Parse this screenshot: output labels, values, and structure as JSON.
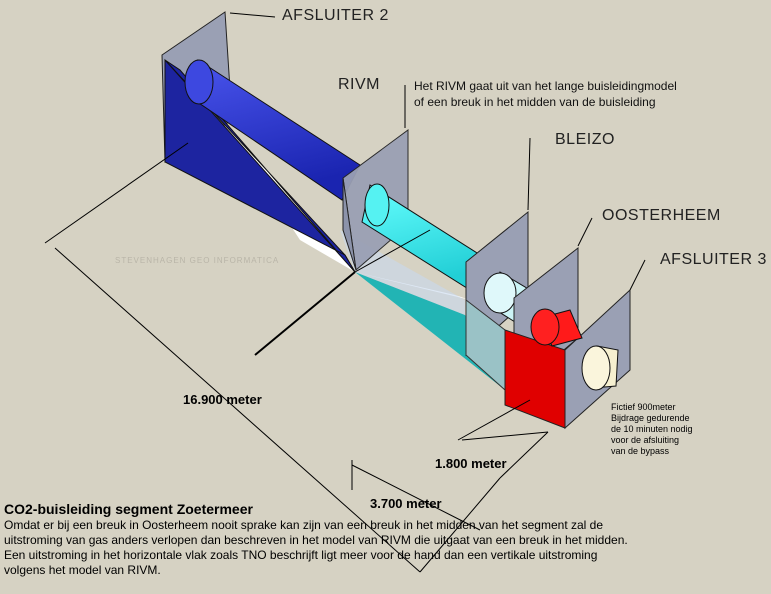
{
  "labels": {
    "afsluiter2": "AFSLUITER 2",
    "rivm": "RIVM",
    "rivm_note_line1": "Het RIVM gaat uit van het lange buisleidingmodel",
    "rivm_note_line2": "of een breuk in het midden van de buisleiding",
    "bleizo": "BLEIZO",
    "oosterheem": "OOSTERHEEM",
    "afsluiter3": "AFSLUITER 3",
    "watermark": "STEVENHAGEN GEO INFORMATICA"
  },
  "fictief_note": [
    "Fictief 900meter",
    "Bijdrage gedurende",
    "de 10 minuten nodig",
    "voor de afsluiting",
    "van de bypass"
  ],
  "dimensions": {
    "total": "16.900 meter",
    "segment": "3.700 meter",
    "short": "1.800 meter"
  },
  "caption": {
    "title": "CO2-buisleiding segment Zoetermeer",
    "lines": [
      "Omdat er bij een breuk in Oosterheem nooit sprake kan zijn van een breuk in het midden van het segment zal de",
      "uitstroming van gas anders verlopen dan beschreven in het model van RIVM die uitgaat van een breuk in het midden.",
      "Een uitstroming in het horizontale vlak zoals TNO beschrijft ligt meer voor de hand dan een vertikale uitstroming",
      "volgens het model van RIVM."
    ]
  },
  "colors": {
    "background": "#d6d2c3",
    "pipe_blue": "#2233cc",
    "pipe_cyan": "#33eeee",
    "pipe_lightcyan": "#ccf4f6",
    "pipe_red": "#ee0000",
    "pipe_cream": "#f6f0d0",
    "plate": "#9aa0b4",
    "floor_navy": "#1d24a0",
    "floor_teal": "#22b4b4"
  },
  "icons": [
    "leader-arrow"
  ]
}
